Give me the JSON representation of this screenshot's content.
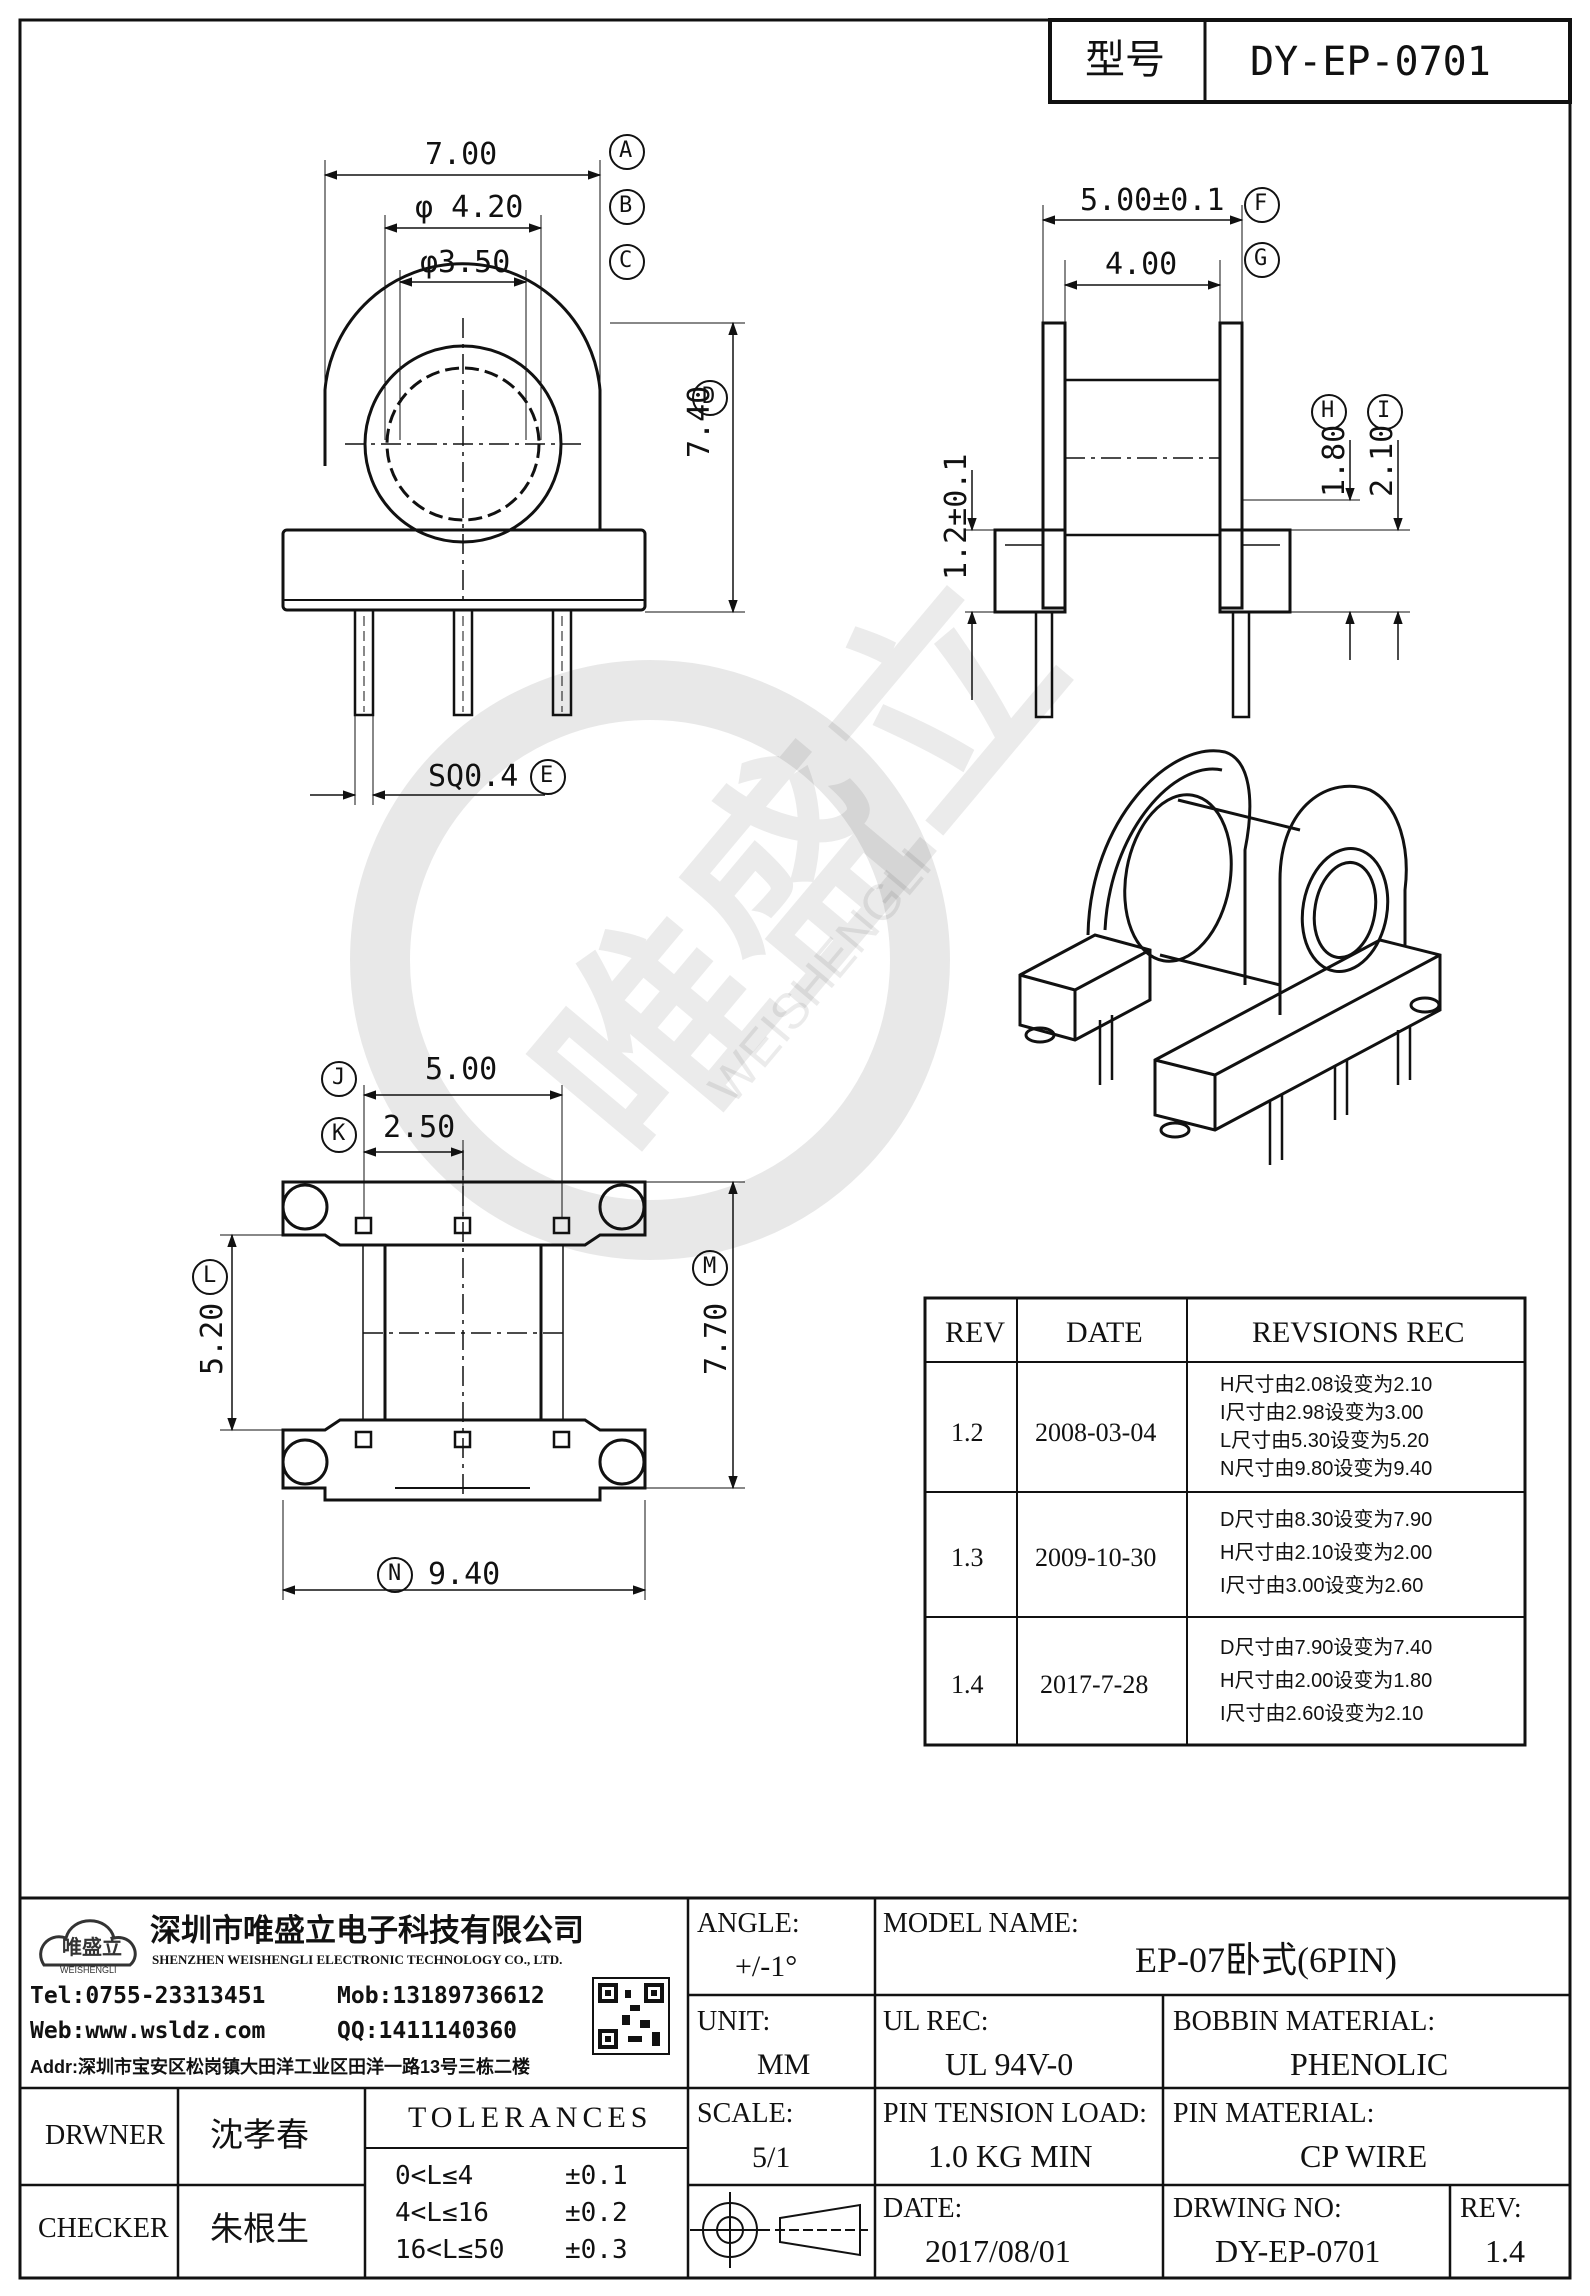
{
  "header": {
    "model_label": "型号",
    "model_value": "DY-EP-0701"
  },
  "front_view": {
    "dim_width": "7.00",
    "ref_a": "A",
    "dim_outer_dia": "φ 4.20",
    "ref_b": "B",
    "dim_inner_dia": "φ3.50",
    "ref_c": "C",
    "dim_height": "7.40",
    "ref_d": "D",
    "dim_pin": "SQ0.4",
    "ref_e": "E"
  },
  "side_view": {
    "dim_overall": "5.00±0.1",
    "ref_f": "F",
    "dim_inner": "4.00",
    "ref_g": "G",
    "dim_h": "1.80",
    "ref_h": "H",
    "dim_i": "2.10",
    "ref_i": "I",
    "dim_base": "1.2±0.1"
  },
  "bottom_view": {
    "dim_pitch_total": "5.00",
    "ref_j": "J",
    "dim_pitch": "2.50",
    "ref_k": "K",
    "dim_l": "5.20",
    "ref_l": "L",
    "dim_m": "7.70",
    "ref_m": "M",
    "dim_n": "9.40",
    "ref_n": "N"
  },
  "watermark": {
    "name": "唯盛立",
    "pinyin": "WEISHENGLI"
  },
  "revisions": {
    "headers": [
      "REV",
      "DATE",
      "REVSIONS REC"
    ],
    "rows": [
      {
        "rev": "1.2",
        "date": "2008-03-04",
        "notes": [
          "H尺寸由2.08设变为2.10",
          "I尺寸由2.98设变为3.00",
          "L尺寸由5.30设变为5.20",
          "N尺寸由9.80设变为9.40"
        ]
      },
      {
        "rev": "1.3",
        "date": "2009-10-30",
        "notes": [
          "D尺寸由8.30设变为7.90",
          "H尺寸由2.10设变为2.00",
          "I尺寸由3.00设变为2.60"
        ]
      },
      {
        "rev": "1.4",
        "date": "2017-7-28",
        "notes": [
          "D尺寸由7.90设变为7.40",
          "H尺寸由2.00设变为1.80",
          "I尺寸由2.60设变为2.10"
        ]
      }
    ]
  },
  "title_block": {
    "company_cn": "深圳市唯盛立电子科技有限公司",
    "company_en": "SHENZHEN WEISHENGLI ELECTRONIC TECHNOLOGY CO., LTD.",
    "logo_text": "唯盛立",
    "logo_sub": "WEISHENGLI",
    "tel": "Tel:0755-23313451",
    "mob": "Mob:13189736612",
    "web": "Web:www.wsldz.com",
    "qq": "QQ:1411140360",
    "addr": "Addr:深圳市宝安区松岗镇大田洋工业区田洋一路13号三栋二楼",
    "angle_label": "ANGLE:",
    "angle_value": "+/-1°",
    "model_name_label": "MODEL NAME:",
    "model_name_value": "EP-07卧式(6PIN)",
    "unit_label": "UNIT:",
    "unit_value": "MM",
    "ul_rec_label": "UL REC:",
    "ul_rec_value": "UL 94V-0",
    "bobbin_material_label": "BOBBIN MATERIAL:",
    "bobbin_material_value": "PHENOLIC",
    "scale_label": "SCALE:",
    "scale_value": "5/1",
    "pin_tension_label": "PIN TENSION LOAD:",
    "pin_tension_value": "1.0 KG MIN",
    "pin_material_label": "PIN MATERIAL:",
    "pin_material_value": "CP WIRE",
    "date_label": "DATE:",
    "date_value": "2017/08/01",
    "drawing_no_label": "DRWING NO:",
    "drawing_no_value": "DY-EP-0701",
    "rev_label": "REV:",
    "rev_value": "1.4",
    "drawer_label": "DRWNER",
    "drawer_value": "沈孝春",
    "checker_label": "CHECKER",
    "checker_value": "朱根生",
    "tolerances_label": "TOLERANCES",
    "tolerances": [
      {
        "range": "0<L≤4",
        "tol": "±0.1"
      },
      {
        "range": "4<L≤16",
        "tol": "±0.2"
      },
      {
        "range": "16<L≤50",
        "tol": "±0.3"
      }
    ]
  }
}
